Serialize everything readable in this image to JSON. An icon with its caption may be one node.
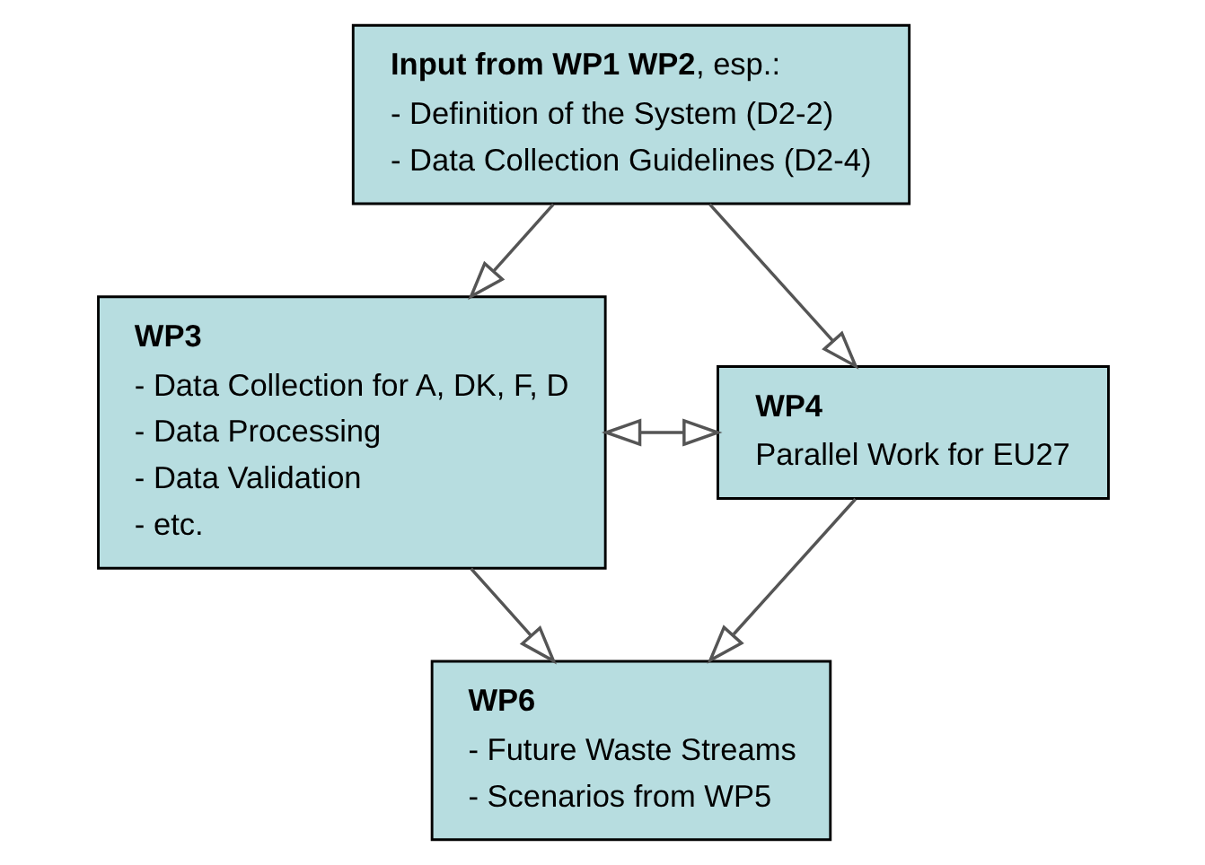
{
  "diagram": {
    "nodes": [
      {
        "text": [
          "**Input from WP1 WP2**, esp.:",
          "- Definition of the System (D2-2)",
          "- Data Collection Guidelines (D2-4)"
        ]
      },
      {
        "text": [
          "WP3",
          "- Data Collection for A, DK, F, D",
          "- Data Processing",
          "- Data Validation",
          "- etc."
        ]
      },
      {
        "text": [
          "WP4",
          "Parallel Work for EU27"
        ]
      },
      {
        "text": [
          "WP6",
          "- Future Waste Streams",
          "- Scenarios from WP5"
        ]
      }
    ],
    "edges": [
      {
        "from": 0,
        "to": 1,
        "arrow": "to"
      },
      {
        "from": 0,
        "to": 2,
        "arrow": "to"
      },
      {
        "from": 1,
        "to": 2,
        "arrow": "both"
      },
      {
        "from": 1,
        "to": 3,
        "arrow": "to"
      },
      {
        "from": 2,
        "to": 3,
        "arrow": "to"
      }
    ]
  }
}
